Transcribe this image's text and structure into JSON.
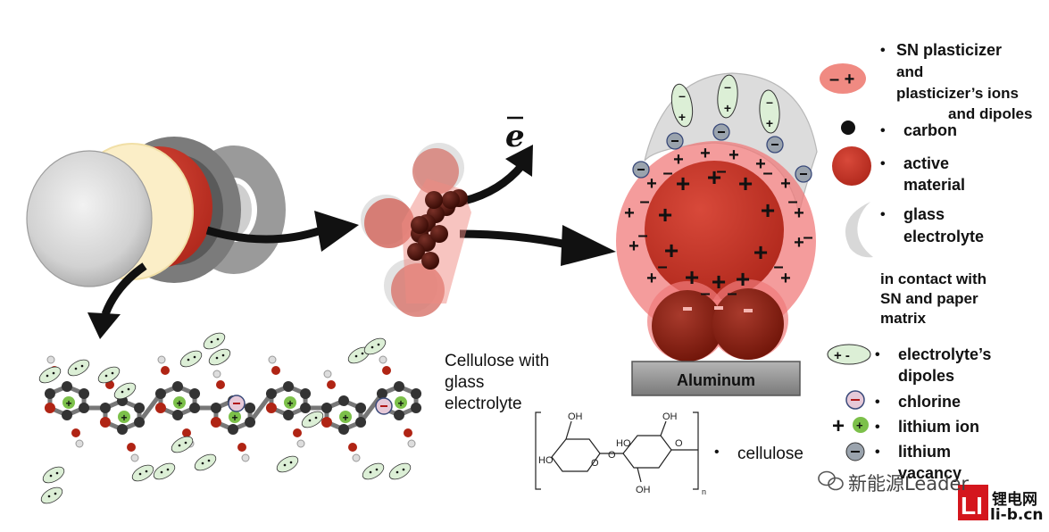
{
  "electron_label": "e",
  "electrode_label": "Aluminum",
  "cellulose_glass_label": [
    "Cellulose with",
    "glass",
    "electrolyte"
  ],
  "cellulose_label": "cellulose",
  "cellulose_formula": {
    "oh_top_left": "OH",
    "oh_top_right": "OH",
    "ho_left": "HO",
    "ho_mid": "HO",
    "oh_bottom": "OH",
    "o_left": "O",
    "o_link": "O",
    "o_right": "O",
    "subscript": "n"
  },
  "legend": {
    "sn": [
      "SN plasticizer",
      "and",
      "plasticizer’s ions",
      "and dipoles"
    ],
    "carbon": "carbon",
    "active": [
      "active",
      "material"
    ],
    "glass": [
      "glass",
      "electrolyte"
    ],
    "contact": [
      "in contact with",
      "SN and paper",
      "matrix"
    ],
    "dipoles": [
      "electrolyte’s",
      "dipoles"
    ],
    "chlorine": "chlorine",
    "lithium_ion": "lithium ion",
    "lithium_vacancy": [
      "lithium",
      "vacancy"
    ]
  },
  "bullet": "•",
  "watermark": {
    "wechat": "新能源Leader",
    "logo_mark": "LI",
    "logo_cn": "锂电网",
    "logo_url": "li-b.cn"
  },
  "colors": {
    "active_red": "#c0392b",
    "halo_red": "#f08080",
    "dark_red": "#8b1a10",
    "carbon_black": "#111111",
    "glass_gray": "#d8d8d8",
    "dipole_green": "#dcefd6",
    "plus_green": "#7cc04a",
    "chlorine_fill": "#e6c9d8",
    "vacancy_gray": "#9aa3ad",
    "aluminum_gray": "#8c8c8c",
    "logo_red": "#d4161d"
  }
}
